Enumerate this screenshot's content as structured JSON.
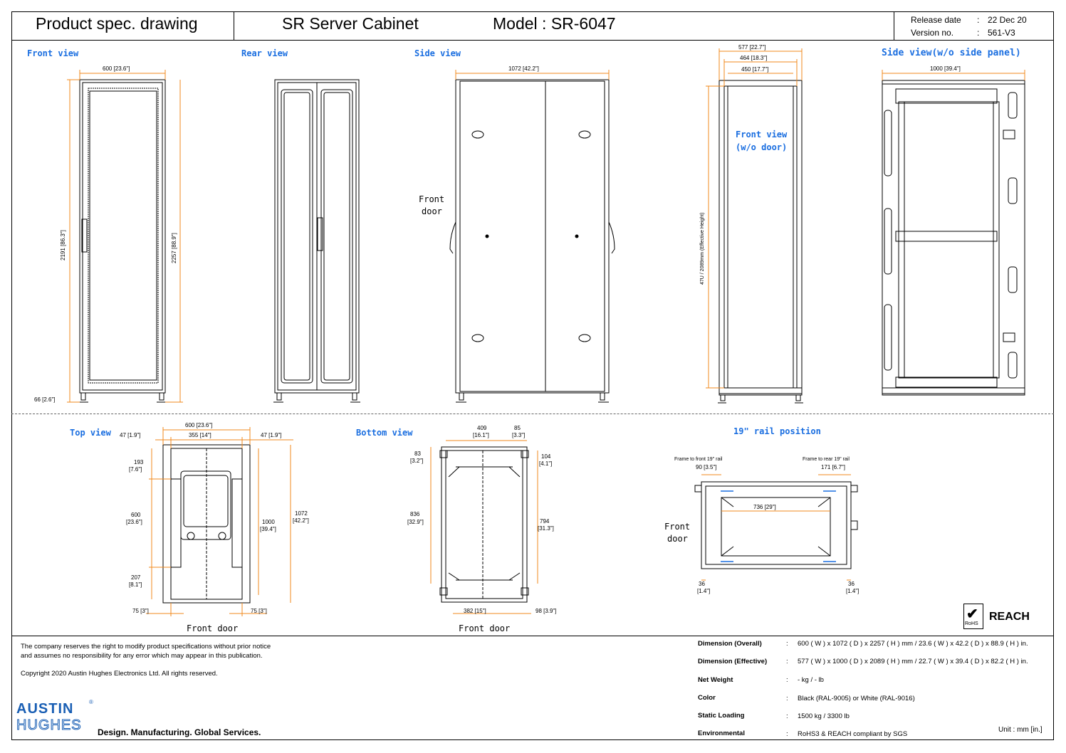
{
  "header": {
    "doc_title": "Product spec. drawing",
    "product": "SR Server Cabinet",
    "model": "Model : SR-6047",
    "release_label": "Release date",
    "release_value": "22 Dec 20",
    "version_label": "Version no.",
    "version_value": "561-V3",
    "sep": ":"
  },
  "views": {
    "front": "Front view",
    "rear": "Rear view",
    "side": "Side view",
    "side_noside": "Side view(w/o side panel)",
    "front_nodoor_1": "Front view",
    "front_nodoor_2": "(w/o door)",
    "top": "Top view",
    "bottom": "Bottom view",
    "rail": "19\" rail position",
    "front_door_label_1": "Front",
    "front_door_label_2": "door",
    "front_door": "Front door"
  },
  "dims": {
    "front_width": "600 [23.6\"]",
    "front_h1": "2191 [86.3\"]",
    "front_h2": "2257 [88.9\"]",
    "front_base": "66 [2.6\"]",
    "side_depth": "1072 [42.2\"]",
    "fnd_577": "577 [22.7\"]",
    "fnd_464": "464 [18.3\"]",
    "fnd_450": "450 [17.7\"]",
    "fnd_height": "47U / 2089mm (Effective Height)",
    "sns_1000": "1000 [39.4\"]",
    "top_600": "600 [23.6\"]",
    "top_47a": "47 [1.9\"]",
    "top_355": "355 [14\"]",
    "top_47b": "47 [1.9\"]",
    "top_193a": "193",
    "top_193b": "[7.6\"]",
    "top_600a": "600",
    "top_600b": "[23.6\"]",
    "top_207a": "207",
    "top_207b": "[8.1\"]",
    "top_1000a": "1000",
    "top_1000b": "[39.4\"]",
    "top_1072a": "1072",
    "top_1072b": "[42.2\"]",
    "top_75a": "75 [3\"]",
    "top_75b": "75 [3\"]",
    "bot_409a": "409",
    "bot_409b": "[16.1\"]",
    "bot_85a": "85",
    "bot_85b": "[3.3\"]",
    "bot_83a": "83",
    "bot_83b": "[3.2\"]",
    "bot_104a": "104",
    "bot_104b": "[4.1\"]",
    "bot_836a": "836",
    "bot_836b": "[32.9\"]",
    "bot_794a": "794",
    "bot_794b": "[31.3\"]",
    "bot_382": "382 [15\"]",
    "bot_98": "98 [3.9\"]",
    "rail_front_label": "Frame to front 19\" rail",
    "rail_front_val": "90 [3.5\"]",
    "rail_rear_label": "Frame to rear 19\" rail",
    "rail_rear_val": "171 [6.7\"]",
    "rail_736": "736 [29\"]",
    "rail_36a_1": "36",
    "rail_36a_2": "[1.4\"]",
    "rail_36b_1": "36",
    "rail_36b_2": "[1.4\"]"
  },
  "footer": {
    "disclaimer_1": "The company reserves the right to modify product specifications without prior notice",
    "disclaimer_2": "and assumes no responsibility for any error which may appear in this publication.",
    "copyright": "Copyright 2020 Austin Hughes Electronics Ltd. All rights reserved.",
    "logo_1": "AUSTIN",
    "logo_2": "HUGHES",
    "logo_reg": "®",
    "tagline": "Design. Manufacturing. Global Services.",
    "reach": "REACH",
    "rohs": "RoHS",
    "unit": "Unit : mm [in.]"
  },
  "specs": [
    {
      "label": "Dimension (Overall)",
      "value": "600 ( W ) x 1072 ( D ) x 2257 ( H ) mm / 23.6 ( W ) x 42.2 ( D ) x 88.9 ( H ) in."
    },
    {
      "label": "Dimension (Effective)",
      "value": "577 ( W ) x 1000 ( D ) x 2089 ( H ) mm / 22.7 ( W ) x 39.4 ( D ) x 82.2 ( H ) in."
    },
    {
      "label": "Net Weight",
      "value": "- kg / - lb"
    },
    {
      "label": "Color",
      "value": "Black (RAL-9005) or White (RAL-9016)"
    },
    {
      "label": "Static Loading",
      "value": "1500 kg / 3300 lb"
    },
    {
      "label": "Environmental",
      "value": "RoHS3 &  REACH compliant by SGS"
    }
  ],
  "spec_sep": ":",
  "colors": {
    "dimension": "#f08a1c",
    "label": "#1a6ee0",
    "rail": "#1a6ee0"
  }
}
